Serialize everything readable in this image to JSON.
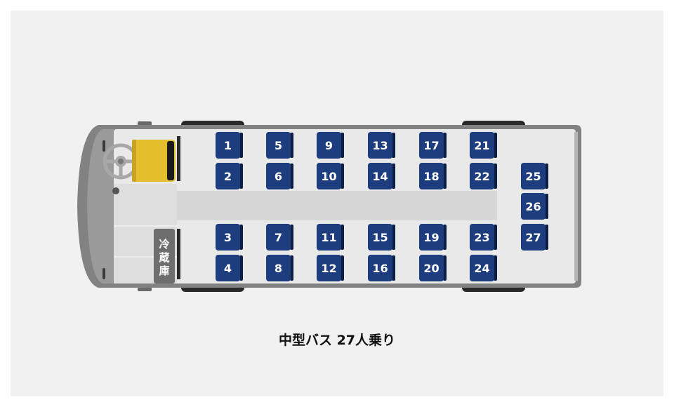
{
  "caption": "中型バス 27人乗り",
  "fridge_label": [
    "冷",
    "蔵",
    "庫"
  ],
  "colors": {
    "background": "#f0f1f0",
    "bus_body": "#828282",
    "bus_floor": "#e9e9e9",
    "aisle": "#d6d6d6",
    "seat": "#1d3d7e",
    "seat_back": "#0d1f45",
    "driver_seat": "#e5be2e",
    "tire": "#2a2a2a",
    "fridge": "#6e6e6e"
  },
  "icons": [
    "steering-wheel-icon",
    "driver-seat-icon",
    "refrigerator-icon"
  ],
  "seats": {
    "left_window": [
      "1",
      "5",
      "9",
      "13",
      "17",
      "21"
    ],
    "left_aisle": [
      "2",
      "6",
      "10",
      "14",
      "18",
      "22"
    ],
    "right_aisle": [
      "3",
      "7",
      "11",
      "15",
      "19",
      "23"
    ],
    "right_window": [
      "4",
      "8",
      "12",
      "16",
      "20",
      "24"
    ],
    "rear": [
      "25",
      "26",
      "27"
    ]
  }
}
